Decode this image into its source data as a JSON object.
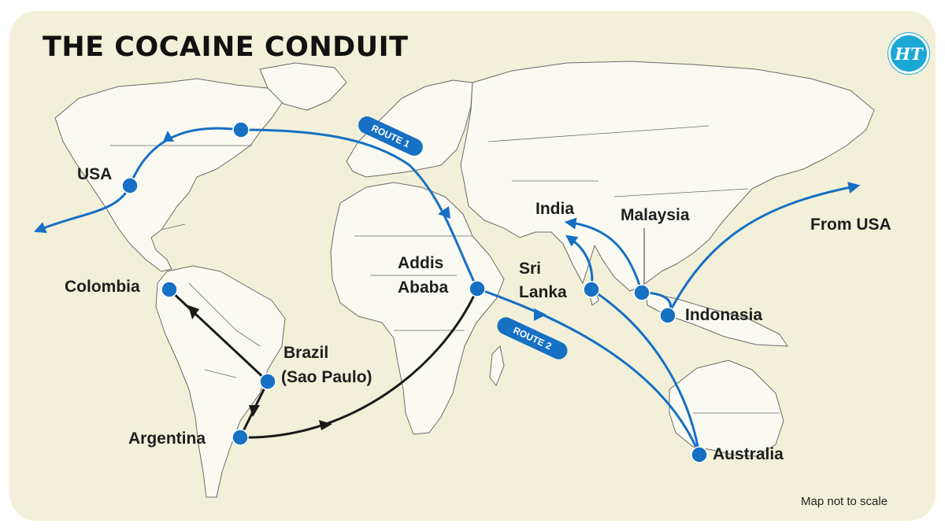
{
  "title": "THE COCAINE CONDUIT",
  "logo": "HT",
  "note": "Map not to scale",
  "routes": {
    "route1": "ROUTE 1",
    "route2": "ROUTE 2"
  },
  "places": {
    "usa": "USA",
    "colombia": "Colombia",
    "brazil_line1": "Brazil",
    "brazil_line2": "(Sao Paulo)",
    "argentina": "Argentina",
    "addis_line1": "Addis",
    "addis_line2": "Ababa",
    "srilanka_line1": "Sri",
    "srilanka_line2": "Lanka",
    "india": "India",
    "malaysia": "Malaysia",
    "indonesia": "Indonasia",
    "australia": "Australia",
    "from_usa": "From USA"
  },
  "colors": {
    "background": "#f2f0d8",
    "land": "#fbfaf2",
    "borders": "#6a6a6a",
    "route_blue": "#1670c4",
    "route_black": "#1a1a1a",
    "logo": "#1ba8d6"
  }
}
